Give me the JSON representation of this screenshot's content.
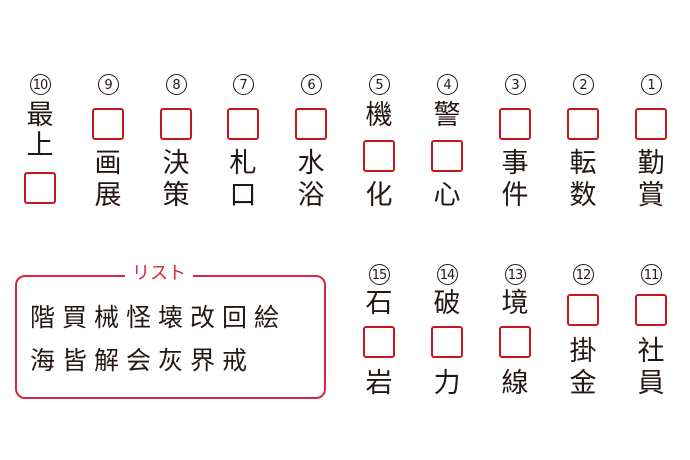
{
  "puzzle": {
    "box_color": "#c8161e",
    "list_color": "#d7263d",
    "row1": [
      {
        "num": "10",
        "layout": "chars-box",
        "chars": [
          "最",
          "上"
        ]
      },
      {
        "num": "9",
        "layout": "box-chars",
        "chars": [
          "画",
          "展"
        ]
      },
      {
        "num": "8",
        "layout": "box-chars",
        "chars": [
          "決",
          "策"
        ]
      },
      {
        "num": "7",
        "layout": "box-chars",
        "chars": [
          "札",
          "口"
        ]
      },
      {
        "num": "6",
        "layout": "box-chars",
        "chars": [
          "水",
          "浴"
        ]
      },
      {
        "num": "5",
        "layout": "char-box-char",
        "chars": [
          "機",
          "化"
        ]
      },
      {
        "num": "4",
        "layout": "char-box-char",
        "chars": [
          "警",
          "心"
        ]
      },
      {
        "num": "3",
        "layout": "box-chars",
        "chars": [
          "事",
          "件"
        ]
      },
      {
        "num": "2",
        "layout": "box-chars",
        "chars": [
          "転",
          "数"
        ]
      },
      {
        "num": "1",
        "layout": "box-chars",
        "chars": [
          "勤",
          "賞"
        ]
      }
    ],
    "row2": [
      {
        "num": "15",
        "layout": "char-box-char",
        "chars": [
          "石",
          "岩"
        ]
      },
      {
        "num": "14",
        "layout": "char-box-char",
        "chars": [
          "破",
          "力"
        ]
      },
      {
        "num": "13",
        "layout": "char-box-char",
        "chars": [
          "境",
          "線"
        ]
      },
      {
        "num": "12",
        "layout": "box-chars",
        "chars": [
          "掛",
          "金"
        ]
      },
      {
        "num": "11",
        "layout": "box-chars",
        "chars": [
          "社",
          "員"
        ]
      }
    ]
  },
  "list": {
    "title": "リスト",
    "line1": "階買械怪壊改回絵",
    "line2": "海皆解会灰界戒"
  }
}
